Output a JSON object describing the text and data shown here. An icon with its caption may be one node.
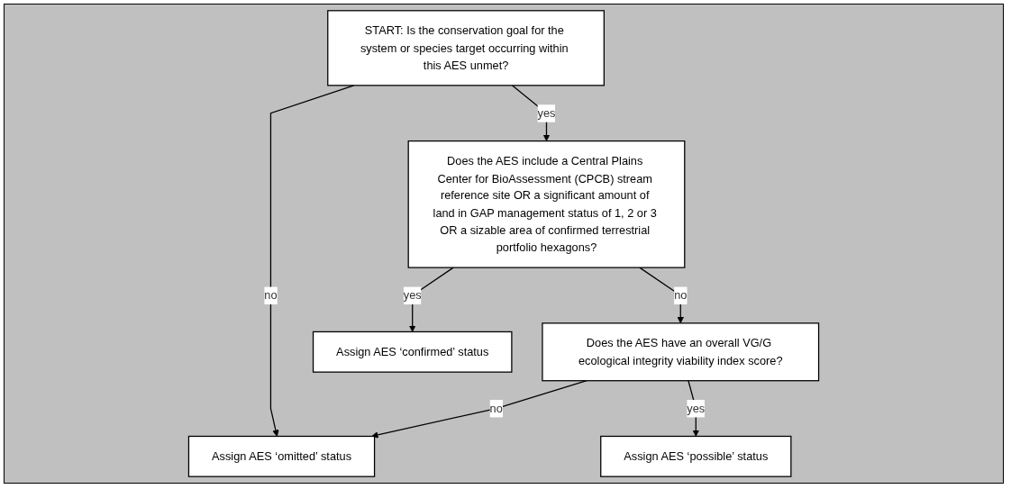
{
  "diagram": {
    "nodes": [
      {
        "text": [
          "START: Is the conservation goal for the system or species target occurring within this AES unmet?"
        ]
      },
      {
        "text": [
          "Does the AES include a Central Plains Center for BioAssessment (CPCB) stream reference site OR a significant amount of land in GAP management status of 1, 2 or 3 OR a sizable area of confirmed terrestrial portfolio hexagons?"
        ]
      },
      {
        "text": [
          "Does the AES have an overall VG/G ecological integrity viability index score?"
        ]
      },
      {
        "text": [
          "Assign AES ‘omitted’ status"
        ]
      },
      {
        "text": [
          "Assign AES ‘possible’ status"
        ]
      },
      {
        "text": [
          "Assign AES ‘confirmed’ status"
        ]
      }
    ],
    "edges": [
      {
        "from": 0,
        "to": 1,
        "arrow": "to",
        "label": "yes"
      },
      {
        "from": 0,
        "to": 3,
        "arrow": "to",
        "label": "no"
      },
      {
        "from": 1,
        "to": 2,
        "arrow": "to",
        "label": "no"
      },
      {
        "from": 1,
        "to": 5,
        "arrow": "to",
        "label": "yes"
      },
      {
        "from": 2,
        "to": 3,
        "arrow": "to",
        "label": "no"
      },
      {
        "from": 2,
        "to": 4,
        "arrow": "to",
        "label": "yes"
      }
    ]
  }
}
